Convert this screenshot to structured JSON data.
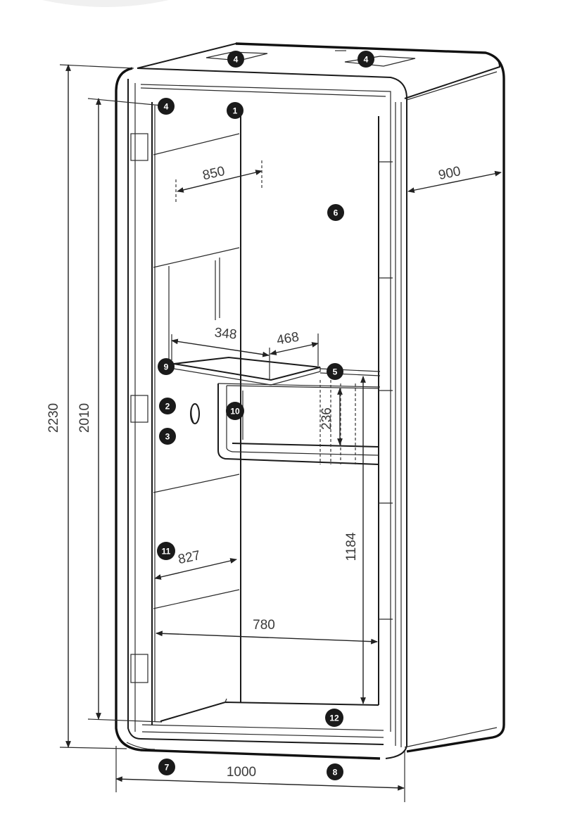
{
  "dimensions": [
    {
      "id": "height-outer",
      "label": "2230"
    },
    {
      "id": "height-inner",
      "label": "2010"
    },
    {
      "id": "width-outer",
      "label": "1000"
    },
    {
      "id": "depth-outer",
      "label": "900"
    },
    {
      "id": "back-panel-width",
      "label": "850"
    },
    {
      "id": "desk-depth",
      "label": "348"
    },
    {
      "id": "desk-width",
      "label": "468"
    },
    {
      "id": "shelf-height",
      "label": "236"
    },
    {
      "id": "desk-floor-height",
      "label": "1184"
    },
    {
      "id": "side-panel-width",
      "label": "827"
    },
    {
      "id": "inner-width",
      "label": "780"
    }
  ],
  "markers": [
    {
      "id": "m-1",
      "label": "1"
    },
    {
      "id": "m-2",
      "label": "2"
    },
    {
      "id": "m-3",
      "label": "3"
    },
    {
      "id": "m-4a",
      "label": "4"
    },
    {
      "id": "m-4b",
      "label": "4"
    },
    {
      "id": "m-4c",
      "label": "4"
    },
    {
      "id": "m-5",
      "label": "5"
    },
    {
      "id": "m-6",
      "label": "6"
    },
    {
      "id": "m-7",
      "label": "7"
    },
    {
      "id": "m-8",
      "label": "8"
    },
    {
      "id": "m-9",
      "label": "9"
    },
    {
      "id": "m-10",
      "label": "10"
    },
    {
      "id": "m-11",
      "label": "11"
    },
    {
      "id": "m-12",
      "label": "12"
    }
  ],
  "colors": {
    "line": "#1a1a1a",
    "marker_fill": "#1a1a1a",
    "marker_text": "#ffffff",
    "dimension_text": "#3a3a3a",
    "background": "#ffffff"
  }
}
